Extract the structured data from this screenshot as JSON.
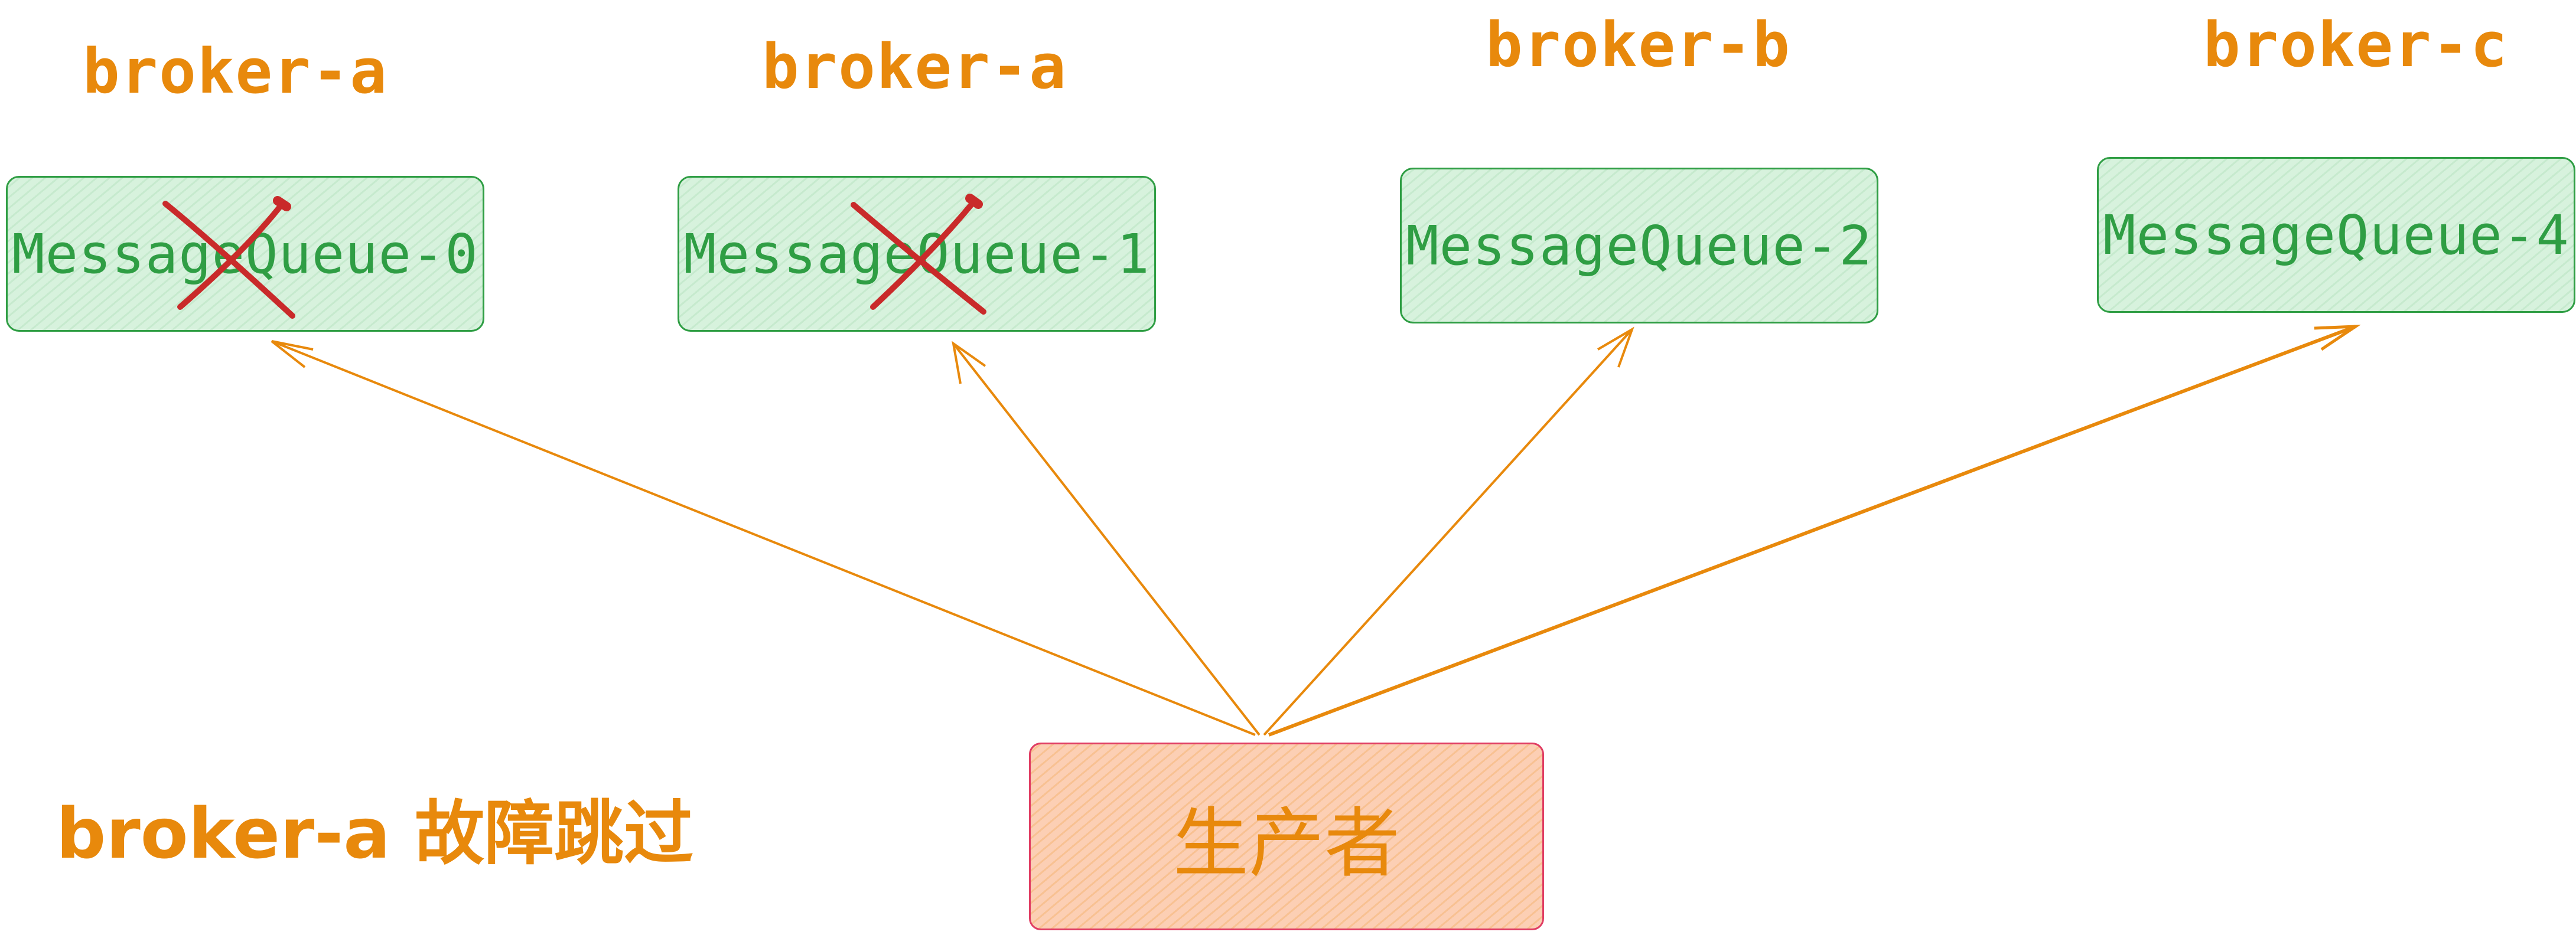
{
  "colors": {
    "accent": "#e8890c",
    "queue_stroke": "#2f9e44",
    "queue_fill": "#d7f2dd",
    "producer_stroke": "#e03d63",
    "producer_fill": "#fccfb4",
    "cross": "#c92a2a"
  },
  "brokers": [
    {
      "label": "broker-a"
    },
    {
      "label": "broker-a"
    },
    {
      "label": "broker-b"
    },
    {
      "label": "broker-c"
    }
  ],
  "queues": [
    {
      "label": "MessageQueue-0",
      "skipped": true
    },
    {
      "label": "MessageQueue-1",
      "skipped": true
    },
    {
      "label": "MessageQueue-2",
      "skipped": false
    },
    {
      "label": "MessageQueue-4",
      "skipped": false
    }
  ],
  "producer": {
    "label": "生产者"
  },
  "note": {
    "text": "broker-a 故障跳过"
  }
}
